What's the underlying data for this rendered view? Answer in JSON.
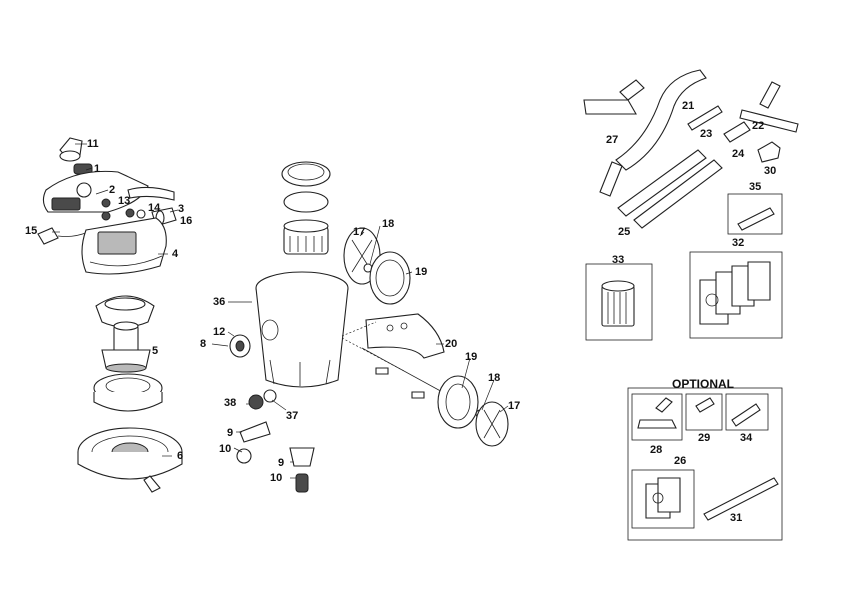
{
  "callouts": {
    "p1": "1",
    "p2": "2",
    "p3": "3",
    "p4": "4",
    "p5": "5",
    "p6": "6",
    "p8": "8",
    "p9a": "9",
    "p9b": "9",
    "p10a": "10",
    "p10b": "10",
    "p11": "11",
    "p12": "12",
    "p13": "13",
    "p14": "14",
    "p15": "15",
    "p16": "16",
    "p17a": "17",
    "p17b": "17",
    "p18a": "18",
    "p18b": "18",
    "p19a": "19",
    "p19b": "19",
    "p20": "20",
    "p21": "21",
    "p22": "22",
    "p23": "23",
    "p24": "24",
    "p25": "25",
    "p26": "26",
    "p27": "27",
    "p28": "28",
    "p29": "29",
    "p30": "30",
    "p31": "31",
    "p32": "32",
    "p33": "33",
    "p34": "34",
    "p35": "35",
    "p36": "36",
    "p37": "37",
    "p38": "38"
  },
  "optional_heading": "OPTIONAL"
}
